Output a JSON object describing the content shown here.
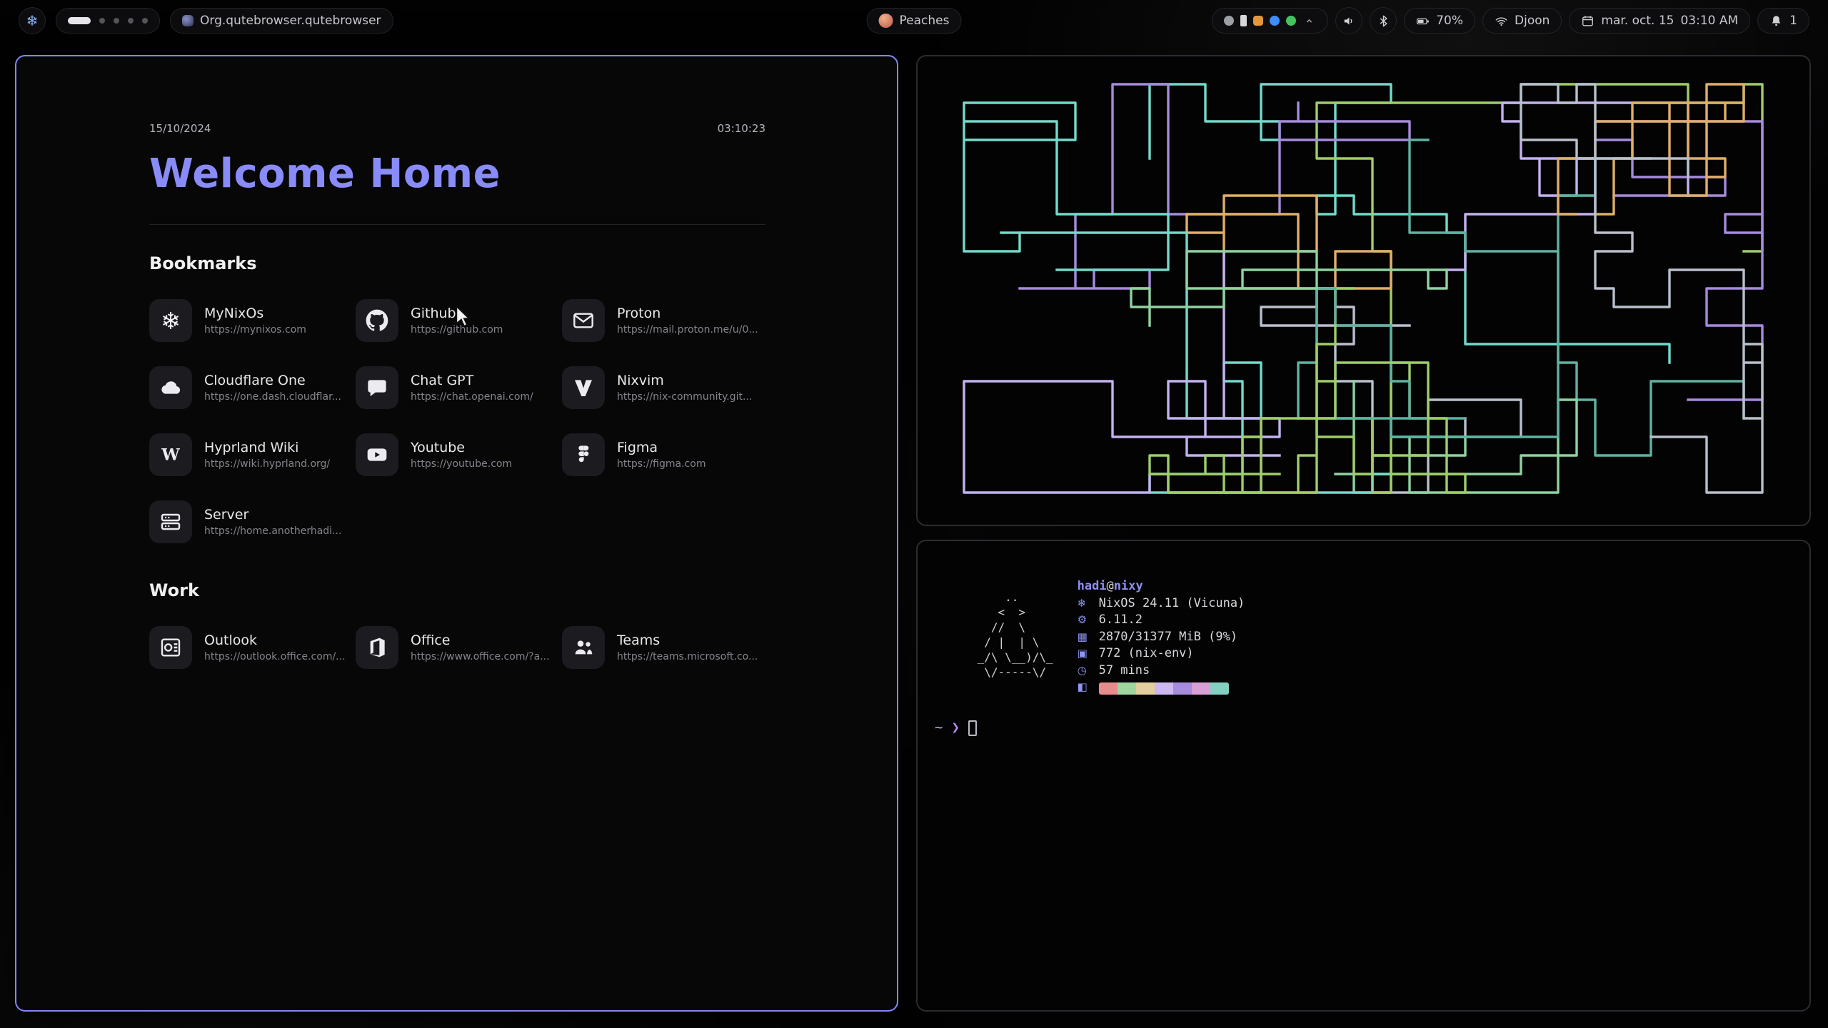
{
  "topbar": {
    "launcher": {
      "icon": "nix-snowflake",
      "glyph": "❄"
    },
    "workspaces": {
      "count": 5,
      "active_index": 0
    },
    "window_title": "Org.qutebrowser.qutebrowser",
    "media": {
      "label": "Peaches"
    },
    "tray": {
      "items": [
        {
          "name": "tray-app-1",
          "color": "#9aa0a6",
          "shape": "circle"
        },
        {
          "name": "tray-app-2",
          "color": "#d7d7da",
          "shape": "battery"
        },
        {
          "name": "tray-app-3",
          "color": "#e2973d",
          "shape": "square"
        },
        {
          "name": "tray-app-4",
          "color": "#3f8cff",
          "shape": "circle"
        },
        {
          "name": "tray-app-5",
          "color": "#43c25e",
          "shape": "circle"
        }
      ]
    },
    "battery": {
      "percent": "70%"
    },
    "network": {
      "ssid": "Djoon"
    },
    "clock": {
      "date": "mar. oct. 15",
      "time": "03:10 AM"
    },
    "notifications": {
      "count": "1"
    }
  },
  "startpage": {
    "date": "15/10/2024",
    "time": "03:10:23",
    "title": "Welcome Home",
    "sections": [
      {
        "title": "Bookmarks",
        "links": [
          {
            "name": "MyNixOs",
            "url": "https://mynixos.com",
            "icon": "nix"
          },
          {
            "name": "Github",
            "url": "https://github.com",
            "icon": "github"
          },
          {
            "name": "Proton",
            "url": "https://mail.proton.me/u/0...",
            "icon": "mail"
          },
          {
            "name": "Cloudflare One",
            "url": "https://one.dash.cloudflar...",
            "icon": "cloud"
          },
          {
            "name": "Chat GPT",
            "url": "https://chat.openai.com/",
            "icon": "chat"
          },
          {
            "name": "Nixvim",
            "url": "https://nix-community.git...",
            "icon": "vim"
          },
          {
            "name": "Hyprland Wiki",
            "url": "https://wiki.hyprland.org/",
            "icon": "wiki"
          },
          {
            "name": "Youtube",
            "url": "https://youtube.com",
            "icon": "youtube"
          },
          {
            "name": "Figma",
            "url": "https://figma.com",
            "icon": "figma"
          },
          {
            "name": "Server",
            "url": "https://home.anotherhadi...",
            "icon": "server"
          }
        ]
      },
      {
        "title": "Work",
        "links": [
          {
            "name": "Outlook",
            "url": "https://outlook.office.com/...",
            "icon": "outlook"
          },
          {
            "name": "Office",
            "url": "https://www.office.com/?a...",
            "icon": "office"
          },
          {
            "name": "Teams",
            "url": "https://teams.microsoft.co...",
            "icon": "teams"
          }
        ]
      }
    ]
  },
  "pipes": {
    "colors": [
      "#73daca",
      "#9ece6a",
      "#a78bdc",
      "#c4b2f0",
      "#e0af68",
      "#b9c0cc",
      "#5fb3a1",
      "#8fd3a0"
    ]
  },
  "fetch": {
    "ascii": [
      "     ..",
      "    <  >",
      "   //  \\",
      "  / |  | \\",
      " _/\\ \\__)/\\_",
      "  \\/-----\\/"
    ],
    "user": "hadi",
    "at": "@",
    "host": "nixy",
    "rows": [
      {
        "icon": "❄",
        "label": "NixOS 24.11 (Vicuna)"
      },
      {
        "icon": "⚙",
        "label": "6.11.2"
      },
      {
        "icon": "▦",
        "label": "2870/31377 MiB (9%)"
      },
      {
        "icon": "▣",
        "label": "772 (nix-env)"
      },
      {
        "icon": "◷",
        "label": "57 mins"
      }
    ],
    "palette_icon": "◧",
    "palette": [
      "#e78c8c",
      "#9fd6a0",
      "#e3cf9e",
      "#cdb9ef",
      "#a78bdc",
      "#d79fd3",
      "#85cfc0"
    ],
    "prompt": {
      "cwd": "~",
      "symbol": "❯"
    }
  },
  "colors": {
    "accent": "#8486f8",
    "window_border": "#2b2b30"
  }
}
